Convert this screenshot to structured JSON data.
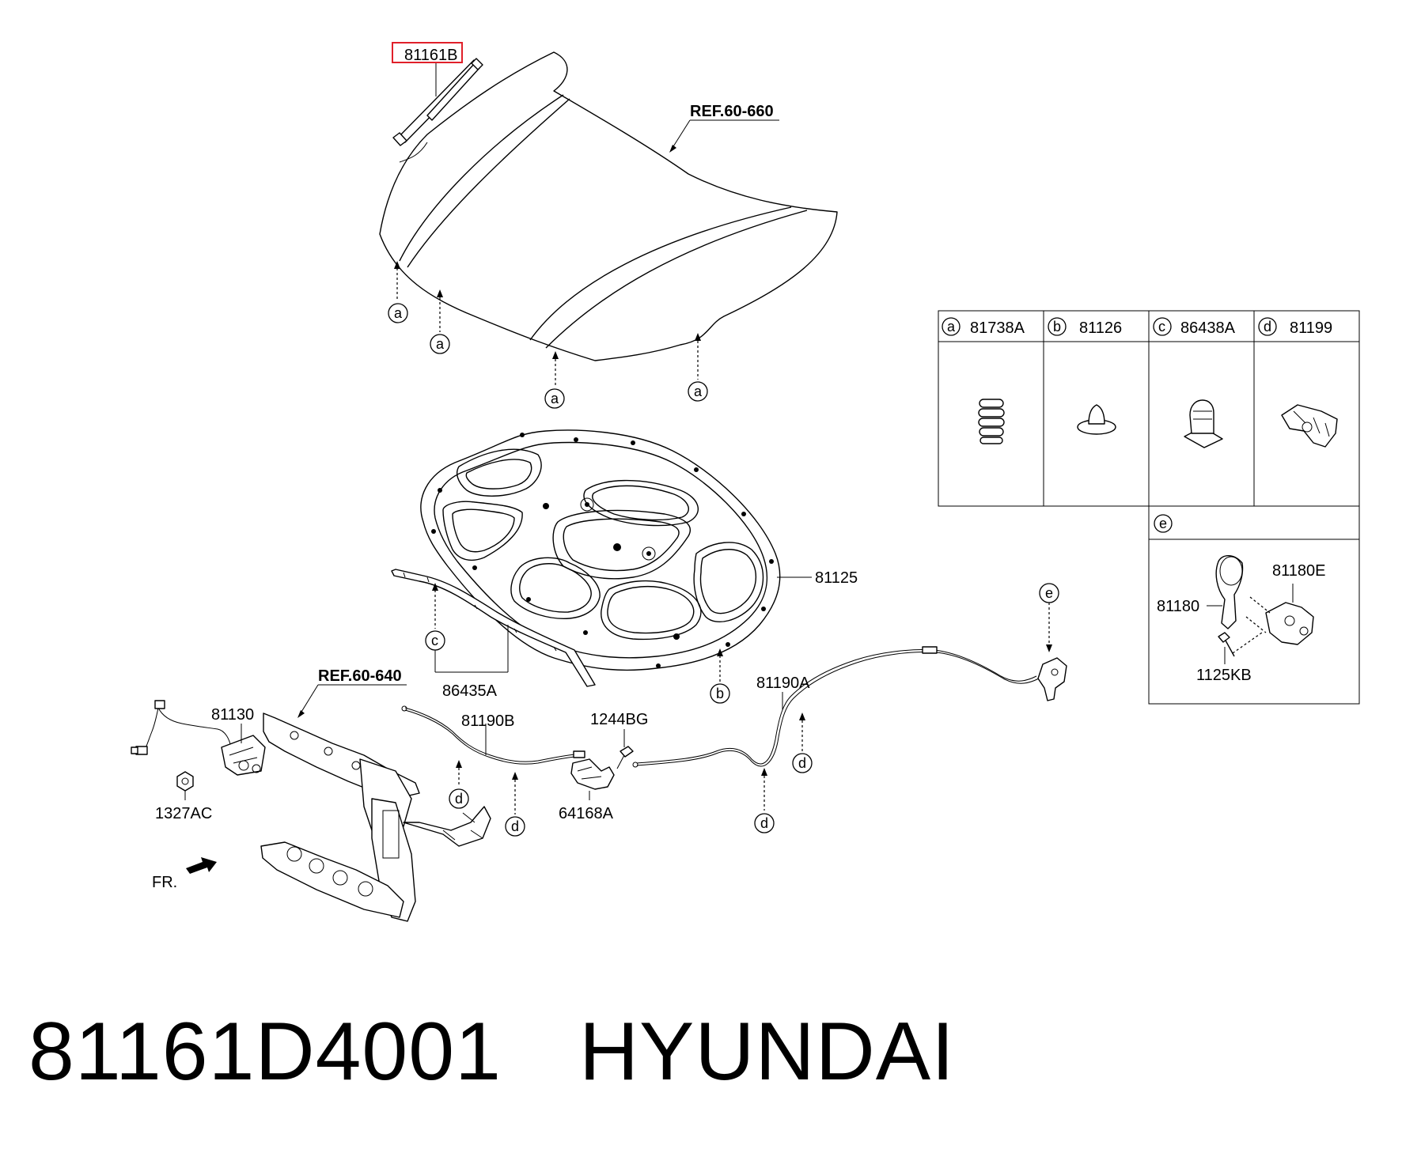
{
  "labels": {
    "highlight_part": "81161B",
    "ref_hood": "REF.60-660",
    "ref_panel": "REF.60-640",
    "insulator": "81125",
    "seal": "86435A",
    "latch": "81130",
    "nut": "1327AC",
    "cable_b": "81190B",
    "bolt": "1244BG",
    "bracket": "64168A",
    "cable_a": "81190A",
    "front": "FR."
  },
  "callouts": {
    "a": "a",
    "b": "b",
    "c": "c",
    "d": "d",
    "e": "e"
  },
  "legend": {
    "cells": [
      {
        "key": "a",
        "part": "81738A"
      },
      {
        "key": "b",
        "part": "81126"
      },
      {
        "key": "c",
        "part": "86438A"
      },
      {
        "key": "d",
        "part": "81199"
      }
    ],
    "e_box": {
      "key": "e",
      "handle": "81180",
      "lever": "81180E",
      "screw": "1125KB"
    }
  },
  "footer": {
    "part_number": "81161D4001",
    "brand": "HYUNDAI"
  },
  "colors": {
    "highlight_box": "#e0202a",
    "line": "#000000",
    "background": "#ffffff"
  }
}
